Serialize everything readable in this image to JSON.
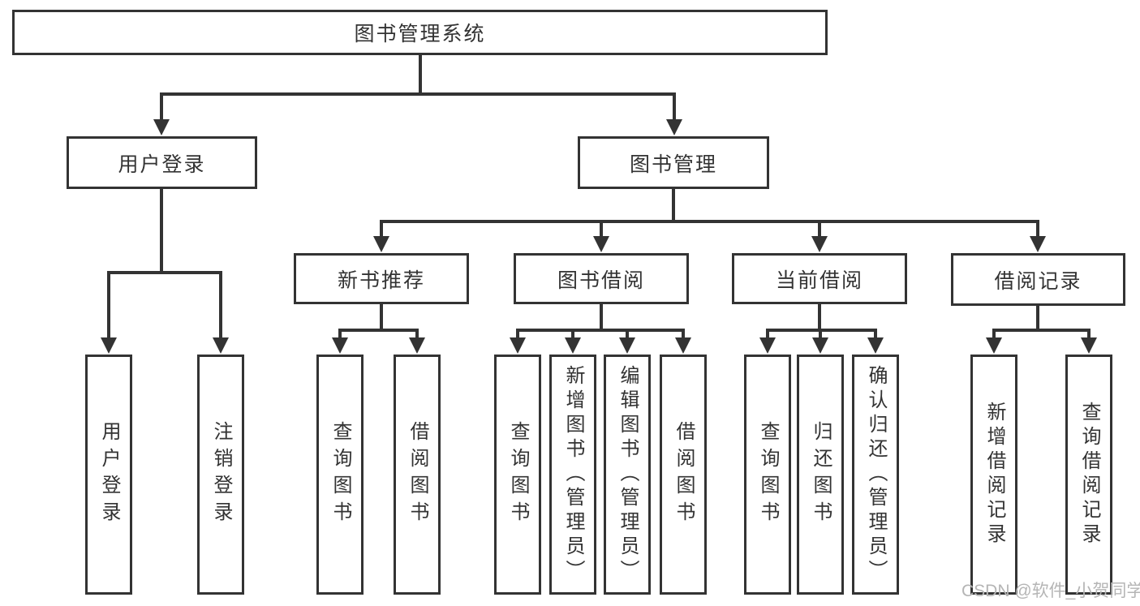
{
  "diagram": {
    "root": {
      "label": "图书管理系统"
    },
    "level2": [
      {
        "label": "用户登录"
      },
      {
        "label": "图书管理"
      }
    ],
    "level3": [
      {
        "label": "新书推荐"
      },
      {
        "label": "图书借阅"
      },
      {
        "label": "当前借阅"
      },
      {
        "label": "借阅记录"
      }
    ],
    "leaves": [
      {
        "label": "用户登录"
      },
      {
        "label": "注销登录"
      },
      {
        "label": "查询图书"
      },
      {
        "label": "借阅图书"
      },
      {
        "label": "查询图书"
      },
      {
        "label": "新增图书（管理员）"
      },
      {
        "label": "编辑图书（管理员）"
      },
      {
        "label": "借阅图书"
      },
      {
        "label": "查询图书"
      },
      {
        "label": "归还图书"
      },
      {
        "label": "确认归还（管理员）"
      },
      {
        "label": "新增借阅记录"
      },
      {
        "label": "查询借阅记录"
      }
    ],
    "colors": {
      "line": "#333333",
      "background": "#ffffff",
      "watermark": "#b5b5b5"
    }
  },
  "watermark": {
    "text": "CSDN @软件_小贺同学"
  }
}
